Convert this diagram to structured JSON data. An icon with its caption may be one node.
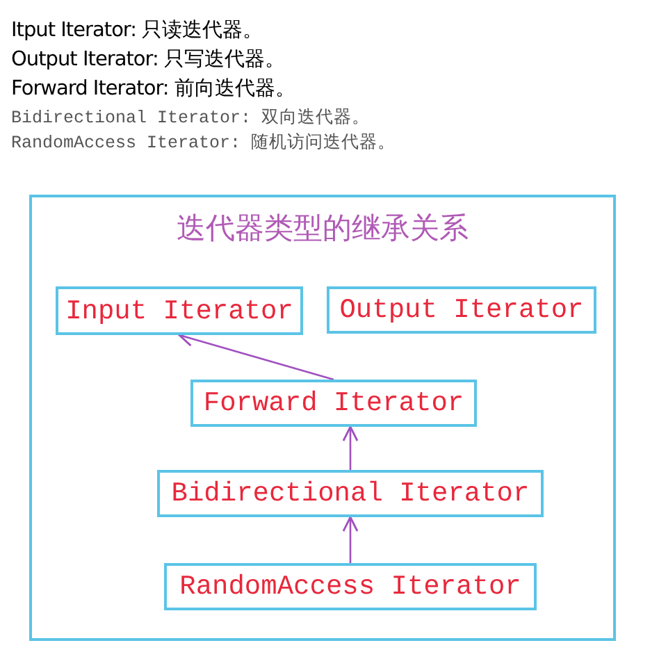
{
  "diagram": {
    "nodes": [
      {
        "text": [
          "迭代器类型的继承关系"
        ]
      },
      {
        "text": [
          "Input Iterator"
        ],
        "in": 0
      },
      {
        "text": [
          "Output Iterator"
        ],
        "in": 0
      },
      {
        "text": [
          "Forward Iterator"
        ],
        "in": 0
      },
      {
        "text": [
          "Bidirectional Iterator"
        ],
        "in": 0
      },
      {
        "text": [
          "RandomAccess Iterator"
        ],
        "in": 0
      }
    ],
    "edges": [
      {
        "from": 3,
        "to": 1,
        "arrow": "to"
      },
      {
        "from": 4,
        "to": 3,
        "arrow": "to"
      },
      {
        "from": 5,
        "to": 4,
        "arrow": "to"
      }
    ],
    "labels": [
      "Itput Iterator: 只读迭代器。",
      "Output Iterator: 只写迭代器。",
      "Forward Iterator: 前向迭代器。",
      "Bidirectional Iterator: 双向迭代器。",
      "RandomAccess Iterator: 随机访问迭代器。"
    ]
  }
}
